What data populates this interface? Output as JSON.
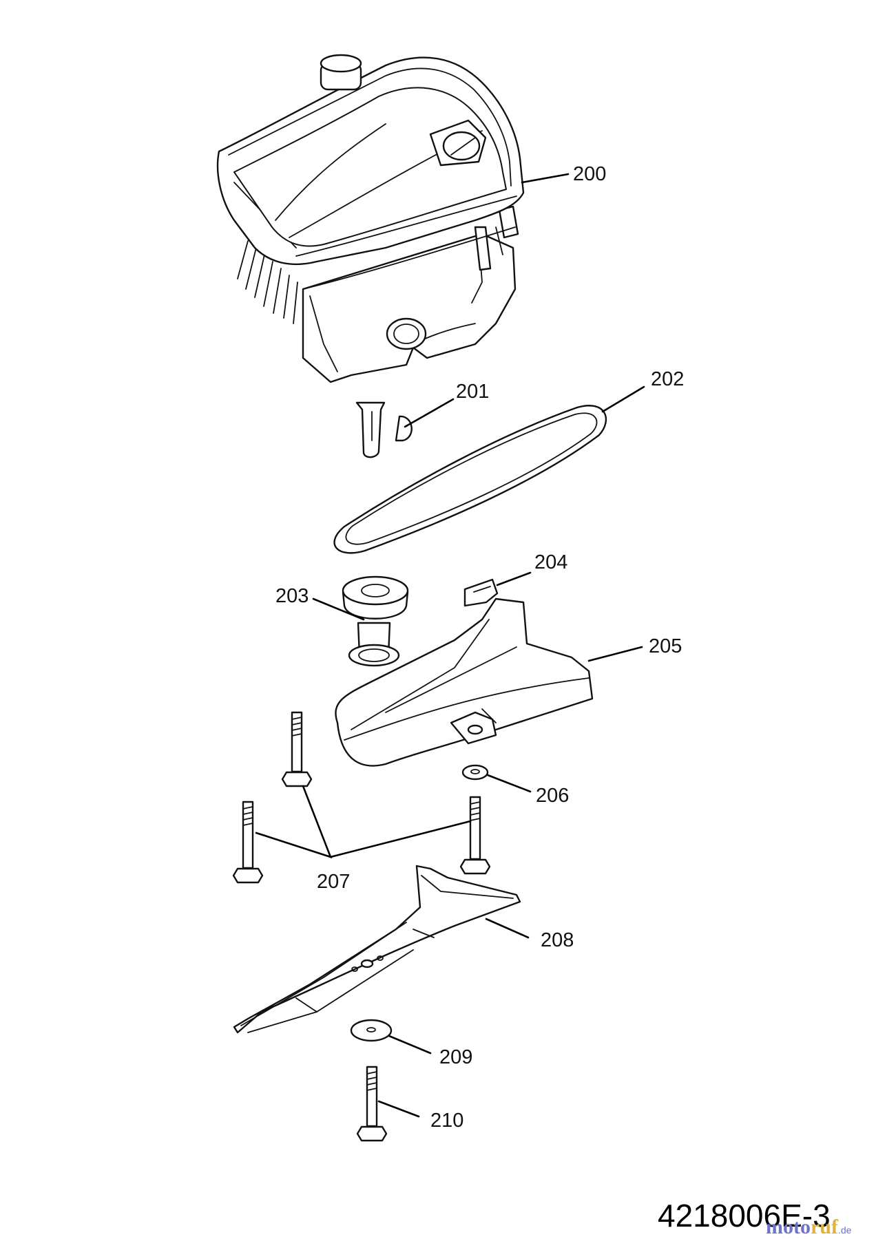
{
  "diagram": {
    "drawing_number": "4218006E-3",
    "watermark": {
      "part1": "moto",
      "part2": "ruf",
      "suffix": ".de"
    },
    "parts": [
      {
        "ref": "200",
        "icon": "engine-icon"
      },
      {
        "ref": "201",
        "icon": "key-icon"
      },
      {
        "ref": "202",
        "icon": "belt-icon"
      },
      {
        "ref": "203",
        "icon": "pulley-icon"
      },
      {
        "ref": "204",
        "icon": "clip-icon"
      },
      {
        "ref": "205",
        "icon": "belt-guard-icon"
      },
      {
        "ref": "206",
        "icon": "washer-icon"
      },
      {
        "ref": "207",
        "icon": "bolt-icon"
      },
      {
        "ref": "208",
        "icon": "blade-icon"
      },
      {
        "ref": "209",
        "icon": "washer-icon"
      },
      {
        "ref": "210",
        "icon": "bolt-icon"
      }
    ]
  }
}
